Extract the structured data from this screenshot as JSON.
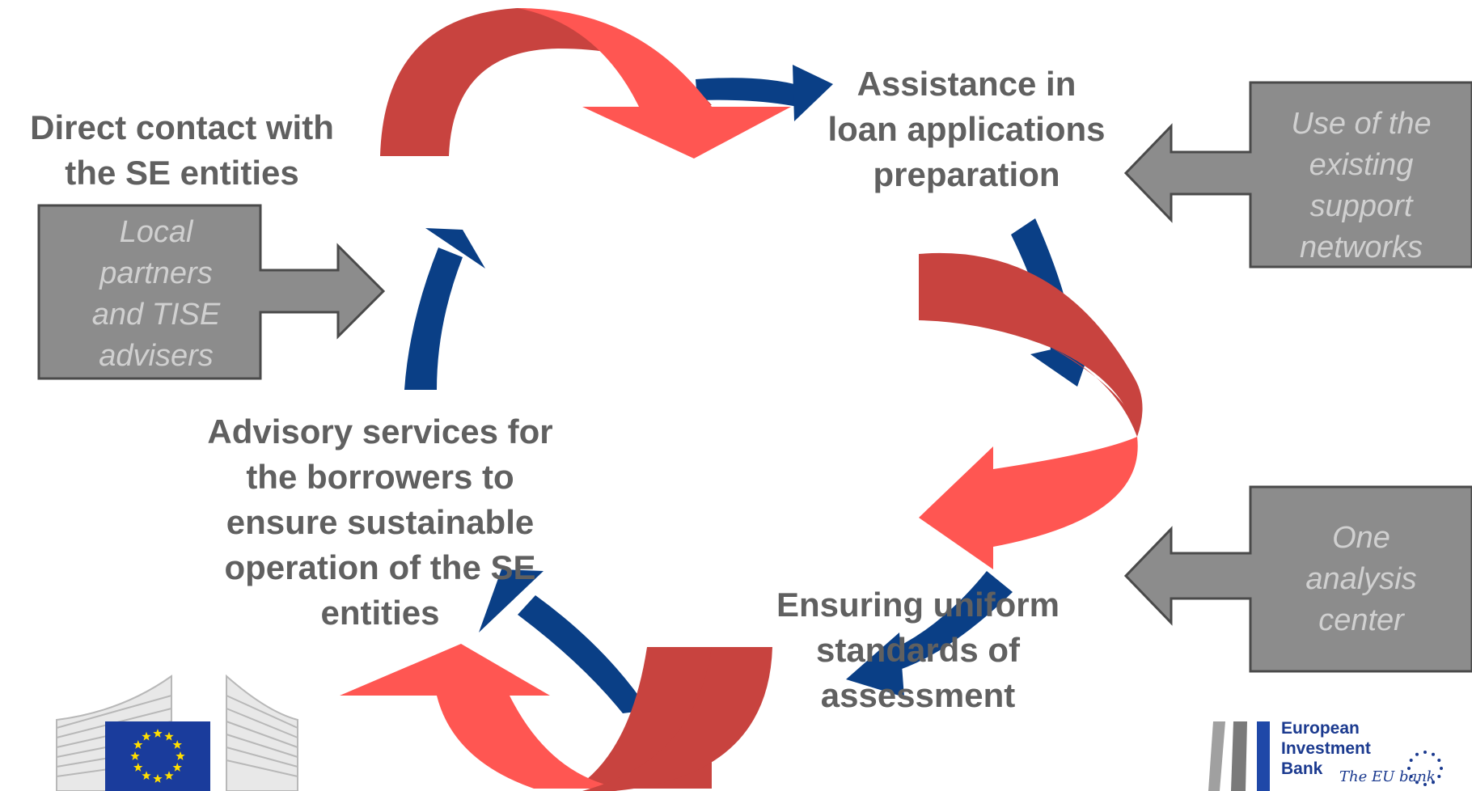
{
  "diagram": {
    "nodes": [
      {
        "id": "direct_contact",
        "text": "Direct contact with\nthe SE entities"
      },
      {
        "id": "assistance",
        "text": "Assistance in\nloan applications\npreparation"
      },
      {
        "id": "uniform_standards",
        "text": "Ensuring uniform\nstandards of\nassessment"
      },
      {
        "id": "advisory",
        "text": "Advisory services for\nthe borrowers to\nensure sustainable\noperation of the SE\nentities"
      }
    ],
    "side_boxes": [
      {
        "id": "local_partners",
        "text": "Local\npartners\nand TISE\nadvisers"
      },
      {
        "id": "support_networks",
        "text": "Use of the\nexisting\nsupport\nnetworks"
      },
      {
        "id": "analysis_center",
        "text": "One\nanalysis\ncenter"
      }
    ]
  },
  "colors": {
    "red_light": "#ff5652",
    "red_dark": "#c8433f",
    "blue": "#0a3f86",
    "gray_box": "#8c8c8c",
    "box_text": "#d0d0d0",
    "label_text": "#606060"
  },
  "logos": {
    "eu_commission": {
      "icon": "european-commission-logo"
    },
    "eib": {
      "name": "European\nInvestment\nBank",
      "tagline": "The EU bank"
    }
  }
}
